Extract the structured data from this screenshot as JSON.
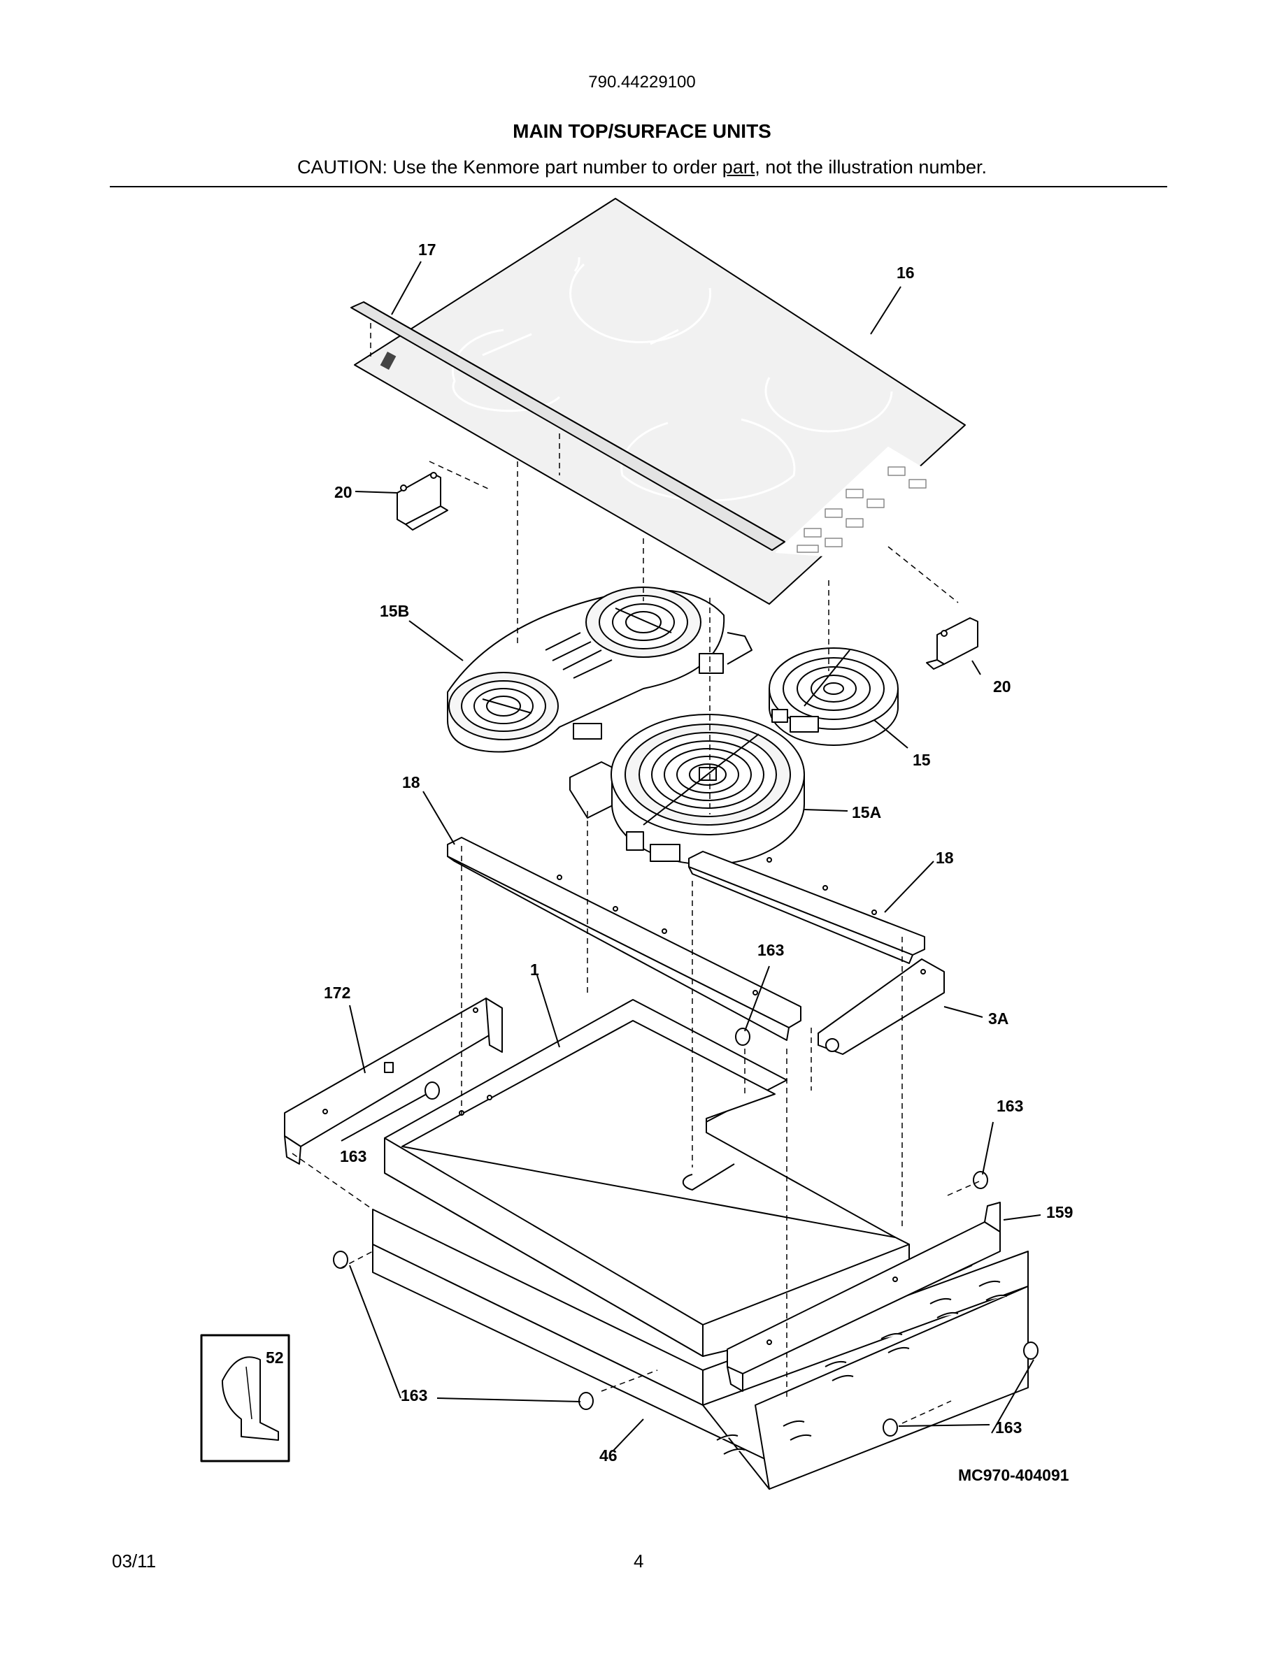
{
  "header": {
    "model_number": "790.44229100",
    "section_title": "MAIN TOP/SURFACE UNITS",
    "caution_prefix": "CAUTION: Use the Kenmore part number to order ",
    "caution_link": "part",
    "caution_suffix": ", not the illustration number."
  },
  "diagram": {
    "callouts": {
      "c17": "17",
      "c16": "16",
      "c20a": "20",
      "c20b": "20",
      "c15b": "15B",
      "c15": "15",
      "c15a": "15A",
      "c18a": "18",
      "c18b": "18",
      "c163a": "163",
      "c163b": "163",
      "c163c": "163",
      "c163d": "163",
      "c163e": "163",
      "c172": "172",
      "c1": "1",
      "c3a": "3A",
      "c159": "159",
      "c46": "46",
      "c52": "52"
    },
    "diagram_code": "MC970-404091"
  },
  "footer": {
    "date": "03/11",
    "page": "4"
  }
}
